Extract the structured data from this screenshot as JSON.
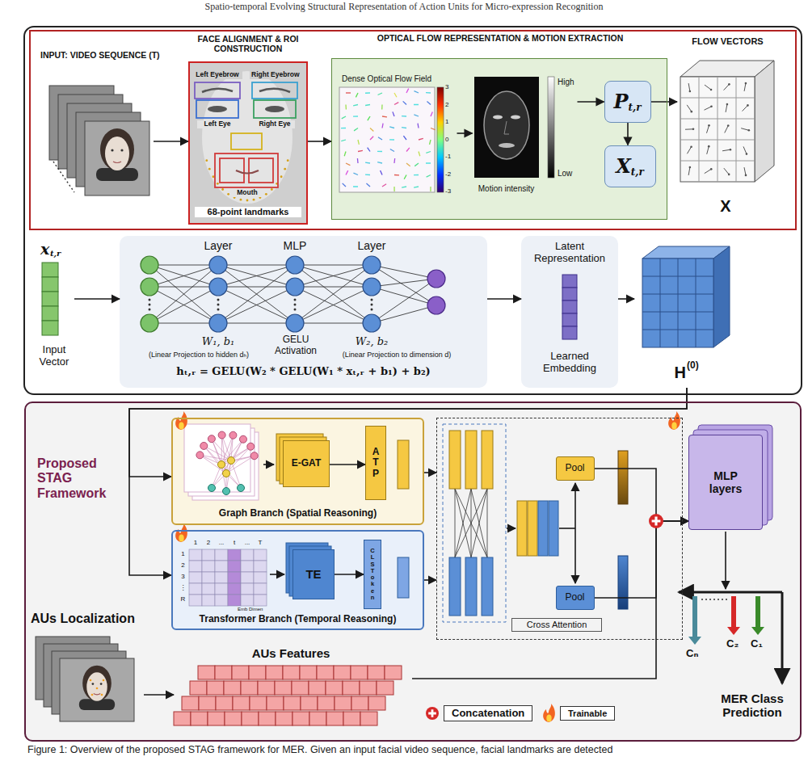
{
  "diagram": {
    "title": "Spatio-temporal Evolving Structural Representation of Action Units for Micro-expression Recognition",
    "caption": "Figure 1: Overview of the proposed STAG framework for MER. Given an input facial video sequence, facial landmarks are detected",
    "nodes": [
      {
        "text": [
          "INPUT: VIDEO SEQUENCE (T)"
        ]
      },
      {
        "text": [
          "FACE ALIGNMENT & ROI CONSTRUCTION",
          "68-point landmarks"
        ]
      },
      {
        "text": [
          "OPTICAL FLOW REPRESENTATION & MOTION EXTRACTION"
        ]
      },
      {
        "text": [
          "Dense Optical Flow Field"
        ],
        "in": 2
      },
      {
        "text": [
          "Motion intensity"
        ],
        "in": 2
      },
      {
        "text": [
          "P",
          "t,r"
        ],
        "in": 2
      },
      {
        "text": [
          "X",
          "t,r"
        ],
        "in": 2
      },
      {
        "text": [
          "FLOW VECTORS",
          "X"
        ]
      },
      {
        "text": [
          "x",
          "t,r",
          "Input Vector"
        ]
      },
      {
        "text": [
          "Layer",
          "MLP",
          "Layer",
          "W₁, b₁",
          "(Linear Projection to hidden dₕ)",
          "GELU Activation",
          "W₂, b₂",
          "(Linear Projection to dimension d)",
          "hₜ,ᵣ = GELU(W₂ * GELU(W₁ * xₜ,ᵣ + b₁) + b₂)"
        ]
      },
      {
        "text": [
          "Latent Representation",
          "Learned Embedding"
        ]
      },
      {
        "text": [
          "H",
          "(0)"
        ]
      },
      {
        "text": [
          "Proposed STAG Framework"
        ]
      },
      {
        "text": [
          "Graph Branch (Spatial Reasoning)"
        ],
        "in": 12
      },
      {
        "text": [
          "E-GAT"
        ],
        "in": 13
      },
      {
        "text": [
          "ATP"
        ],
        "in": 13
      },
      {
        "text": [
          "Transformer Branch (Temporal Reasoning)"
        ],
        "in": 12
      },
      {
        "text": [
          "TE"
        ],
        "in": 16
      },
      {
        "text": [
          "CLS Token"
        ],
        "in": 16
      },
      {
        "text": [
          "Cross Attention"
        ],
        "in": 12
      },
      {
        "text": [
          "Pool"
        ],
        "in": 19
      },
      {
        "text": [
          "Pool"
        ],
        "in": 19
      },
      {
        "text": [
          "MLP layers"
        ],
        "in": 12
      },
      {
        "text": [
          "AUs Localization"
        ],
        "in": 12
      },
      {
        "text": [
          "AUs Features"
        ],
        "in": 12
      }
    ],
    "edges": [
      {
        "from": 0,
        "to": 1,
        "arrow": "to"
      },
      {
        "from": 1,
        "to": 2,
        "arrow": "to"
      },
      {
        "from": 3,
        "to": 4,
        "arrow": "to"
      },
      {
        "from": 4,
        "to": 5,
        "arrow": "to"
      },
      {
        "from": 5,
        "to": 6,
        "arrow": "to"
      },
      {
        "from": 5,
        "to": 7,
        "arrow": "to"
      },
      {
        "from": 8,
        "to": 9,
        "arrow": "to"
      },
      {
        "from": 9,
        "to": 10,
        "arrow": "to"
      },
      {
        "from": 10,
        "to": 11,
        "arrow": "to"
      },
      {
        "from": 11,
        "to": 13,
        "arrow": "to"
      },
      {
        "from": 11,
        "to": 16,
        "arrow": "to"
      },
      {
        "from": 14,
        "to": 15,
        "arrow": "to"
      },
      {
        "from": 17,
        "to": 18,
        "arrow": "to"
      },
      {
        "from": 13,
        "to": 19,
        "arrow": "to"
      },
      {
        "from": 16,
        "to": 19,
        "arrow": "to"
      },
      {
        "from": 20,
        "to": 22,
        "arrow": "to"
      },
      {
        "from": 21,
        "to": 22,
        "arrow": "to"
      },
      {
        "from": 23,
        "to": 24,
        "arrow": "to"
      },
      {
        "from": 24,
        "to": 22,
        "arrow": "to"
      }
    ],
    "labels": [
      "Left Eyebrow",
      "Right Eyebrow",
      "Left Eye",
      "Right Eye",
      "Mouth",
      "3",
      "2",
      "1",
      "0",
      "-1",
      "-2",
      "-3",
      "High",
      "Low",
      "1",
      "2",
      "...",
      "t",
      "...",
      "T",
      "1",
      "2",
      "3",
      "⋮",
      "R",
      "Emb Dimen",
      "Cₙ",
      "C₂",
      "C₁",
      "MER Class Prediction"
    ],
    "legend": [
      {
        "text": "Concatenation"
      },
      {
        "text": "Trainable"
      }
    ]
  }
}
